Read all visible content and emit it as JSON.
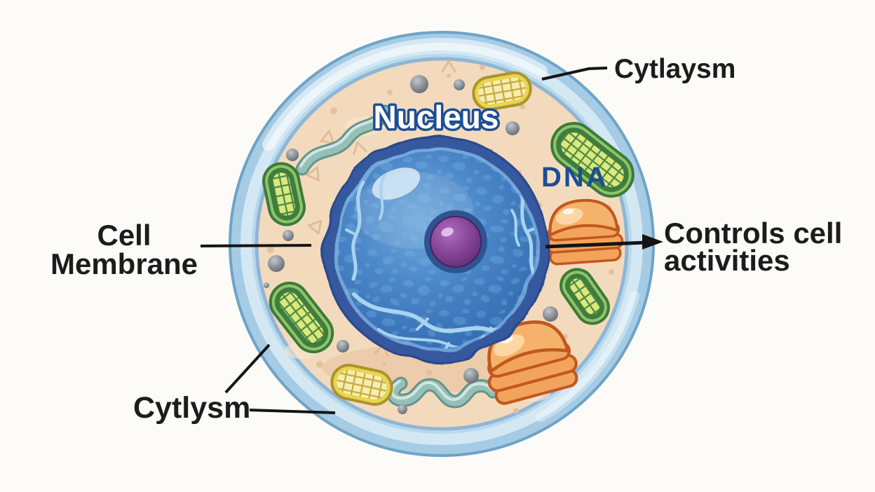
{
  "background_color": "#fcfbf8",
  "diagram": {
    "type": "animal-cell-diagram",
    "labels": {
      "cytoplasm_top": "Cytlaysm",
      "nucleus": "Nucleus",
      "dna": "DNA",
      "cell_membrane_line1": "Cell",
      "cell_membrane_line2": "Membrane",
      "controls_line1": "Controls cell",
      "controls_line2": "activities",
      "cytoplasm_bottom": "Cytlysm"
    },
    "colors": {
      "label_text": "#1c1c1c",
      "label_blue": "#1d4e94",
      "pointer_line": "#141414",
      "membrane_outer": "#a5cce4",
      "membrane_light_band": "#d3e8f3",
      "membrane_inner_band": "#b7d9ec",
      "cytoplasm": "#f3dabd",
      "nucleus_ring": "#35589e",
      "nucleus_fill": "#4381c4",
      "chromatin": "#a9d4ef",
      "nucleolus": "#7c3f8f",
      "mitochondria_yellow": "#e8d44f",
      "mitochondria_green": "#8fc46a",
      "golgi_orange": "#f2a45c",
      "vesicle_gray": "#878d94",
      "er_teal": "#95c0b7"
    },
    "organelles_depicted": [
      "nucleus",
      "nucleolus",
      "chromatin-strands",
      "mitochondria",
      "golgi-apparatus",
      "vesicles",
      "endoplasmic-reticulum-tubules"
    ]
  }
}
